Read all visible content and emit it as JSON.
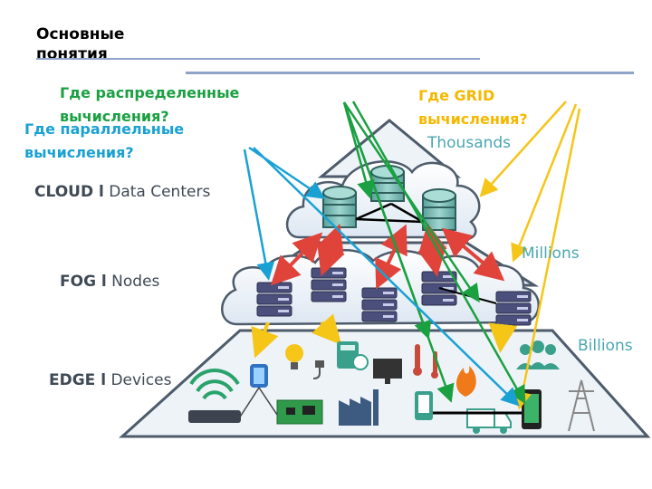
{
  "title": "Основные понятия",
  "questions": {
    "distributed": "Где распределенные вычисления?",
    "parallel": "Где параллельные вычисления?",
    "grid": "Где GRID вычисления?"
  },
  "tiers": {
    "cloud": {
      "bold": "CLOUD l",
      "rest": " Data Centers",
      "count": "Thousands"
    },
    "fog": {
      "bold": "FOG l",
      "rest": " Nodes",
      "count": "Millions"
    },
    "edge": {
      "bold": "EDGE l",
      "rest": " Devices",
      "count": "Billions"
    }
  },
  "colors": {
    "distributed_arrow": "#1aa041",
    "parallel_arrow": "#1aa1d4",
    "grid_arrow": "#f5c518",
    "fog_cloud_arrow": "#e0433a",
    "fog_edge_arrow": "#f5c518",
    "server": "#4a4f7c"
  },
  "icons": [
    "wifi-router-icon",
    "smartwatch-icon",
    "bulb-icon",
    "plug-icon",
    "circuit-board-icon",
    "factory-icon",
    "calculator-icon",
    "monitor-icon",
    "thermometer-icon",
    "fire-icon",
    "smartphone-icon",
    "truck-icon",
    "users-icon",
    "power-tower-icon"
  ]
}
